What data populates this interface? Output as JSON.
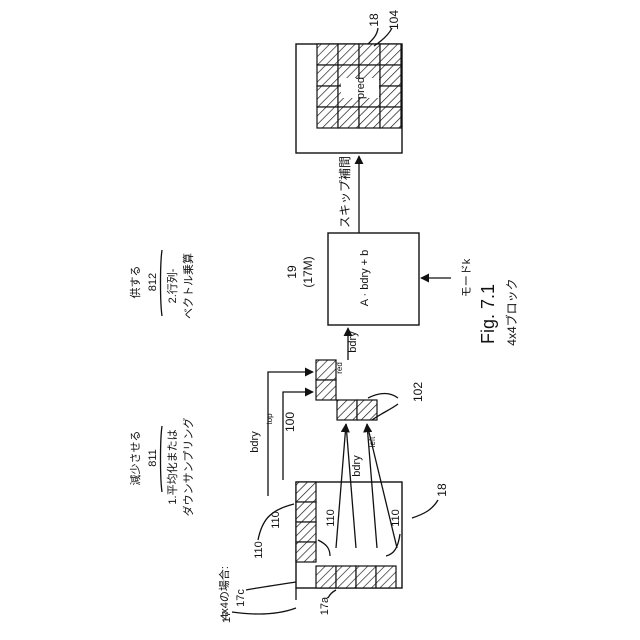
{
  "figure": {
    "title": "Fig. 7.1",
    "subtitle": "4x4ブロック"
  },
  "labels": {
    "ref_18_bottom": "18",
    "ref_18_top": "18",
    "ref_104": "104",
    "pred": "pred",
    "ref_17": "17",
    "ref_17a": "17a",
    "ref_17c": "17c",
    "case_4x4": "4x4の場合:",
    "ref_110_a": "110",
    "ref_110_b": "110",
    "ref_110_c": "110",
    "ref_110_d": "110",
    "ref_100": "100",
    "bdry_top_main": "bdry",
    "bdry_top_sub": "top",
    "bdry_left_main": "bdry",
    "bdry_left_sub": "left",
    "ref_102": "102",
    "bdry_red_main": "bdry",
    "bdry_red_sub": "red",
    "ref_19": "19",
    "ref_17M": "(17M)",
    "formula": "A  · bdry    + b",
    "mode_k": "モードk",
    "skip": "スキップ補間",
    "reduce_title": "減少させる",
    "reduce_num": "811",
    "reduce_desc1": "1.平均化または",
    "reduce_desc2": "ダウンサンプリング",
    "provide_title": "供する",
    "provide_num": "812",
    "provide_desc1": "2.行列-",
    "provide_desc2": "ベクトル乗算"
  }
}
